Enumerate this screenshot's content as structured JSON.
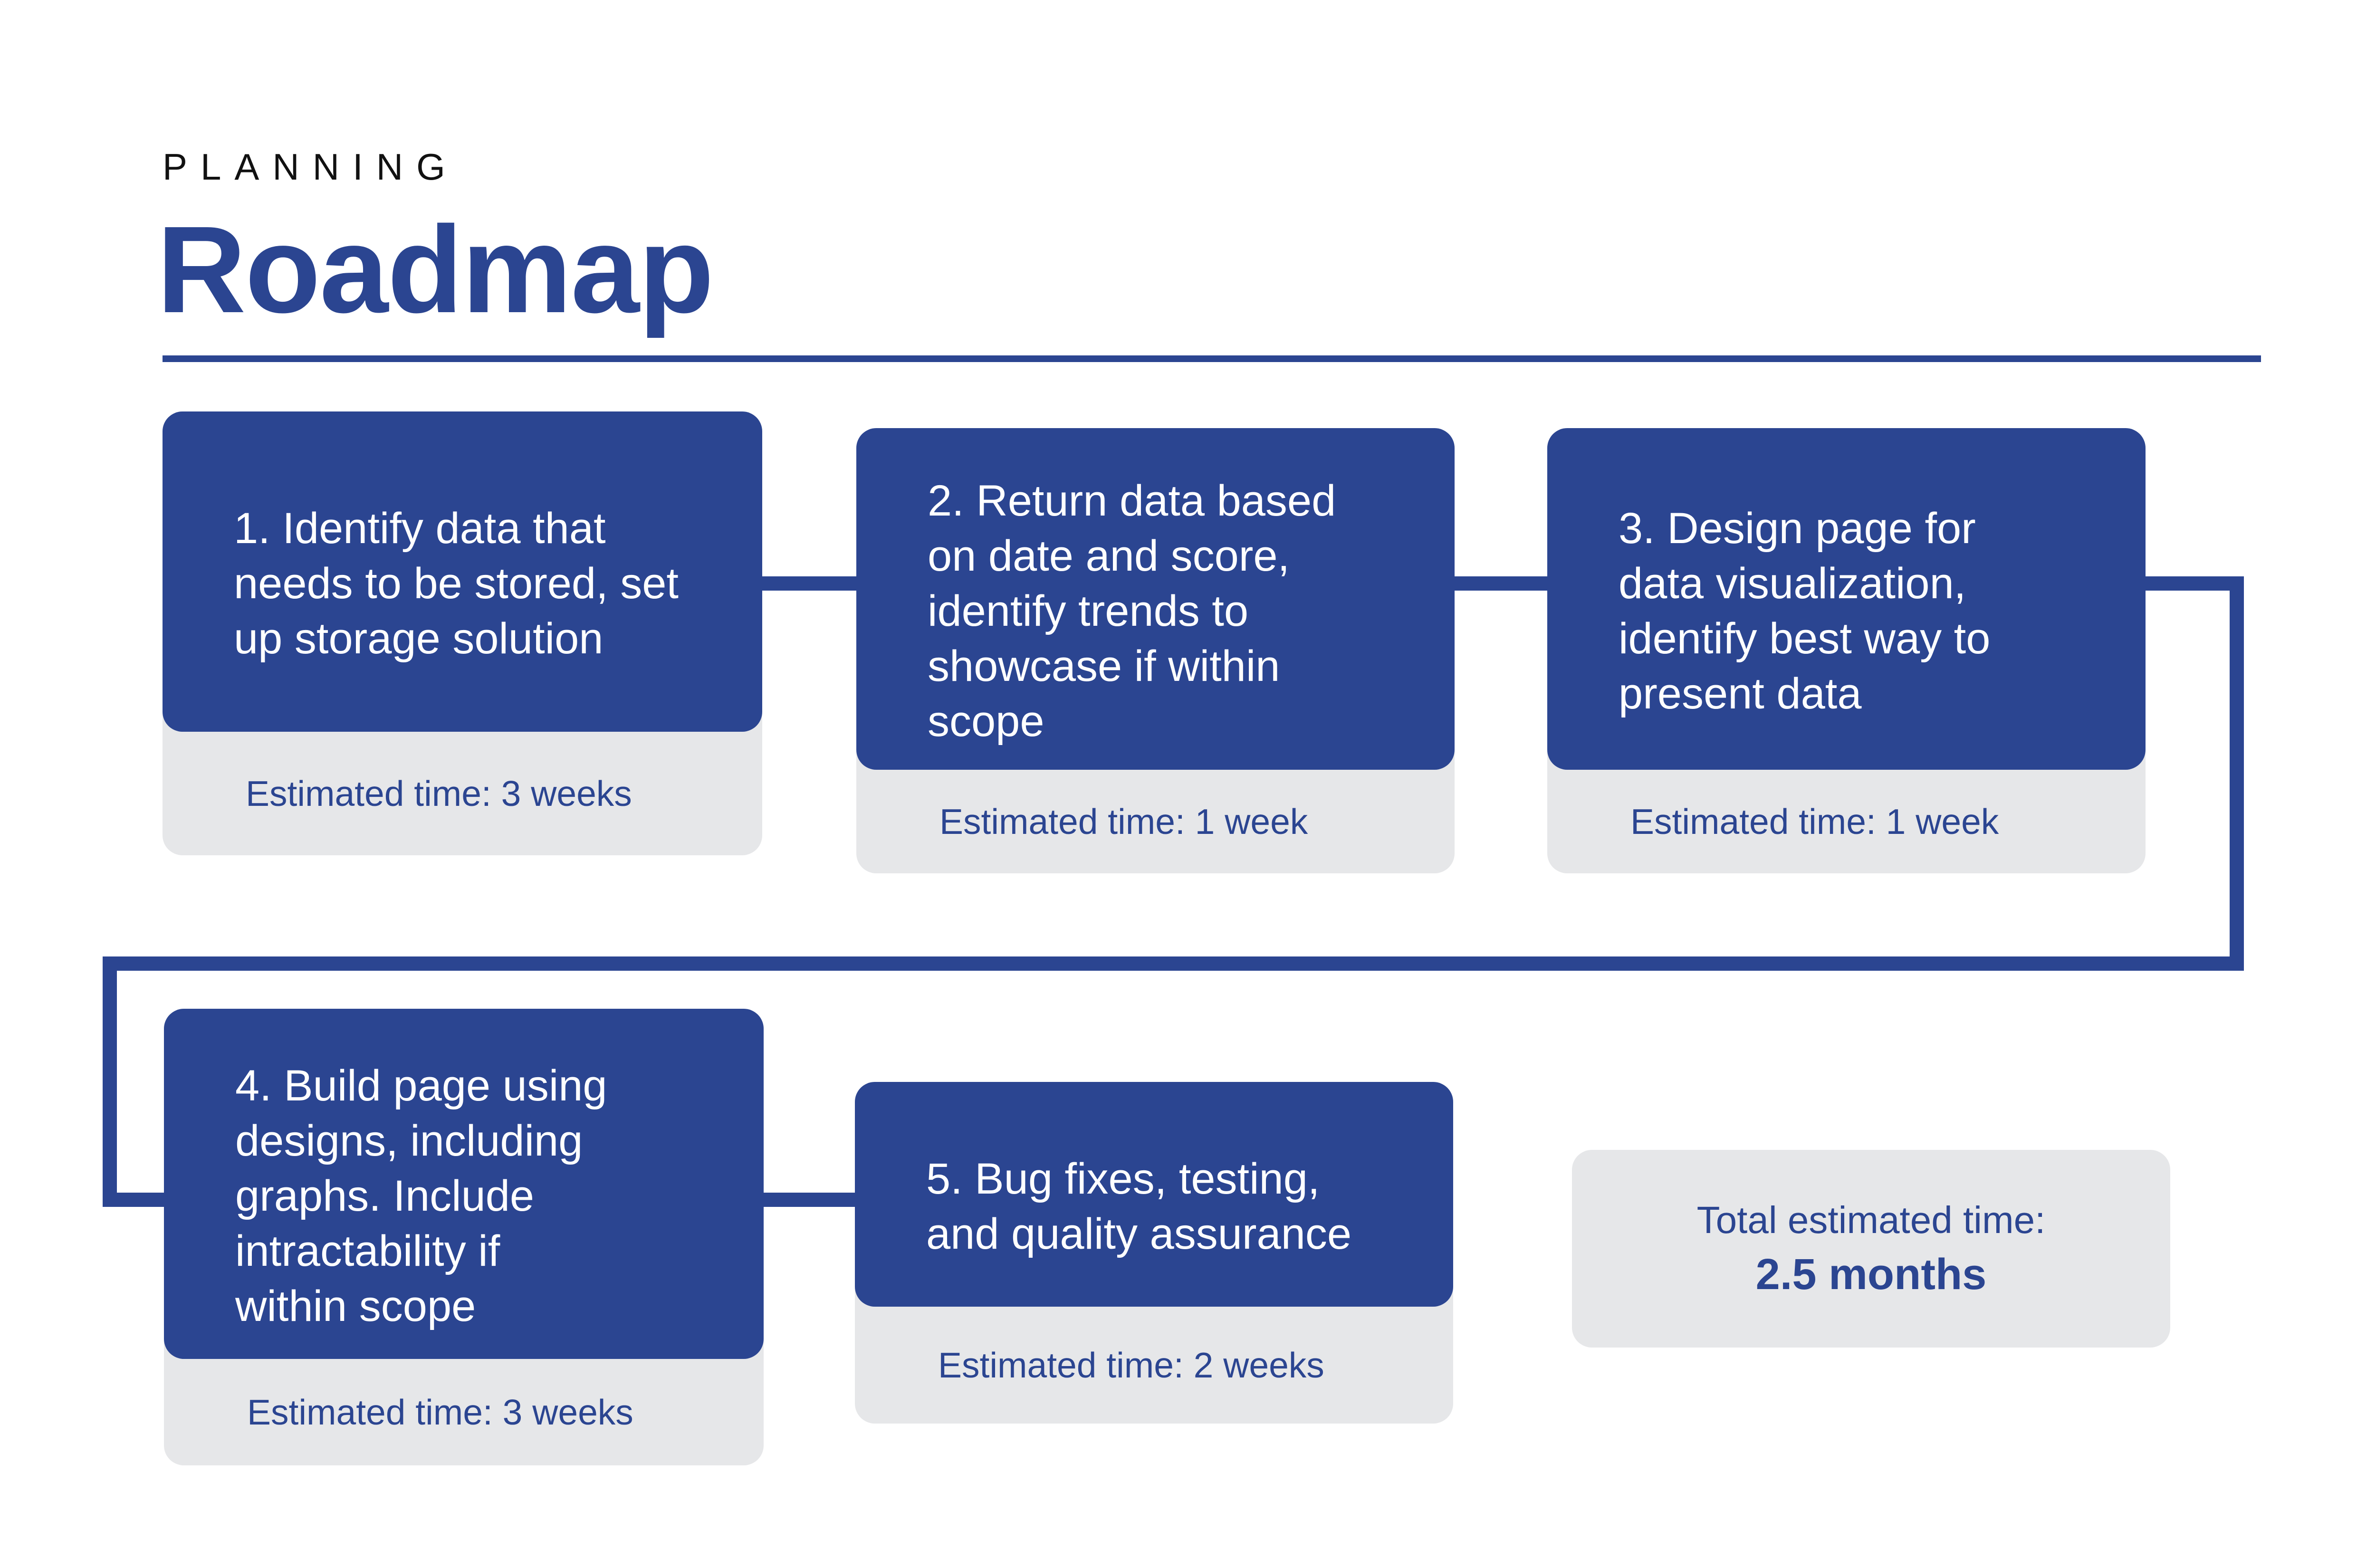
{
  "page": {
    "eyebrow": "PLANNING",
    "title": "Roadmap"
  },
  "colors": {
    "primary_blue": "#2B4591",
    "card_footer_gray": "#E6E7E9",
    "step_text": "#FFFFFF",
    "eyebrow_text": "#111111",
    "background": "#FFFFFF"
  },
  "steps": [
    {
      "text": "1. Identify data that\nneeds to be stored, set\nup storage solution",
      "time": "Estimated time: 3 weeks"
    },
    {
      "text": "2. Return data based\non date and score,\nidentify trends to\nshowcase if within\nscope",
      "time": "Estimated time: 1 week"
    },
    {
      "text": "3. Design page for\ndata visualization,\nidentify best way to\npresent data",
      "time": "Estimated time: 1 week"
    },
    {
      "text": "4. Build page using\ndesigns, including\ngraphs. Include\nintractability if\nwithin scope",
      "time": "Estimated time: 3 weeks"
    },
    {
      "text": "5. Bug fixes, testing,\nand quality assurance",
      "time": "Estimated time: 2 weeks"
    }
  ],
  "total": {
    "label": "Total estimated time:",
    "value": "2.5 months"
  }
}
